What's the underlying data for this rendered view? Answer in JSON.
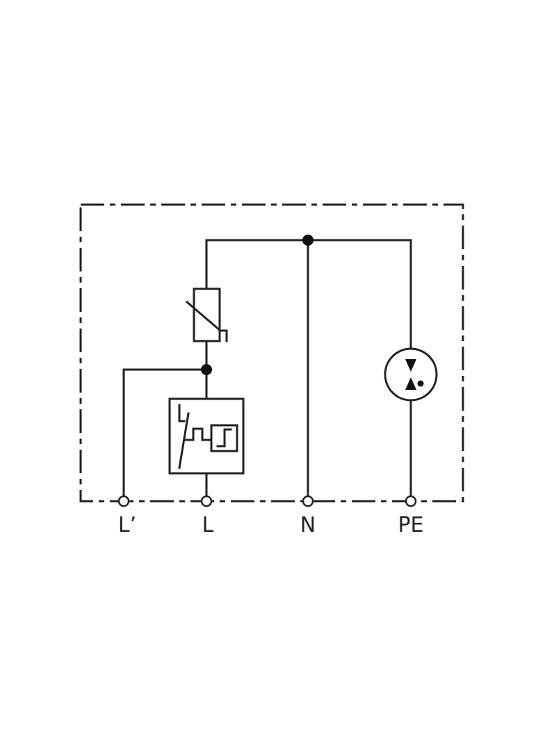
{
  "terminals": [
    {
      "id": "l-prime",
      "label": "L’"
    },
    {
      "id": "l",
      "label": "L"
    },
    {
      "id": "n",
      "label": "N"
    },
    {
      "id": "pe",
      "label": "PE"
    }
  ],
  "components": {
    "varistor": {
      "icon": "varistor-icon"
    },
    "thermal_disconnector": {
      "icon": "thermal-disconnector-icon"
    },
    "gas_discharge_tube": {
      "icon": "gas-discharge-tube-icon"
    }
  },
  "colors": {
    "line": "#222222",
    "background": "#ffffff"
  }
}
